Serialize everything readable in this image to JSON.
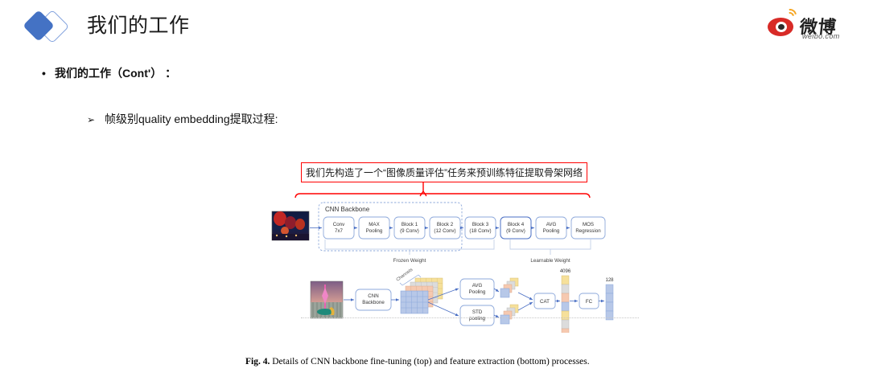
{
  "header": {
    "title": "我们的工作",
    "logo_icon": "diamond-logo-icon",
    "brand": {
      "name_cn": "微博",
      "domain": "weibo.com",
      "eye_icon": "weibo-eye-icon"
    }
  },
  "content": {
    "bullet_level1": {
      "marker": "•",
      "text": "我们的工作（Cont'）  ："
    },
    "bullet_level2": {
      "marker": "➢",
      "text": "帧级别quality embedding提取过程:"
    }
  },
  "figure": {
    "callout": "我们先构造了一个“图像质量评估”任务来预训练特征提取骨架网络",
    "callout_border_color": "#ff0000",
    "caption_label": "Fig. 4.",
    "caption_text": "Details of CNN backbone fine-tuning (top) and feature extraction (bottom) processes.",
    "top_diagram": {
      "group_label": "CNN Backbone",
      "thumbnail_alt": "hot-air-balloons-night-photo",
      "blocks": [
        {
          "line1": "Conv",
          "line2": "7x7"
        },
        {
          "line1": "MAX",
          "line2": "Pooling"
        },
        {
          "line1": "Block 1",
          "line2": "(9 Conv)"
        },
        {
          "line1": "Block 2",
          "line2": "(12 Conv)"
        },
        {
          "line1": "Block 3",
          "line2": "(18 Conv)"
        },
        {
          "line1": "Block 4",
          "line2": "(9 Conv)"
        },
        {
          "line1": "AVG",
          "line2": "Pooling"
        },
        {
          "line1": "MOS",
          "line2": "Regression"
        }
      ],
      "brace_left_label": "Frozen Weight",
      "brace_right_label": "Learnable Weight"
    },
    "bottom_diagram": {
      "thumbnail_alt": "pink-sunset-statue-photo",
      "backbone": {
        "line1": "CNN",
        "line2": "Backbone"
      },
      "channels_label": "Channels",
      "avg_pool": {
        "line1": "AVG",
        "line2": "Pooling"
      },
      "std_pool": {
        "line1": "STD",
        "line2": "pooling"
      },
      "cat_label": "CAT",
      "fc_label": "FC",
      "vector_4096_label": "4096",
      "vector_128_label": "128"
    }
  },
  "colors": {
    "accent_blue": "#4472c4",
    "callout_red": "#ff0000",
    "box_stroke": "#8ea9db",
    "weibo_red": "#d82b27",
    "weibo_orange": "#f5a623"
  }
}
